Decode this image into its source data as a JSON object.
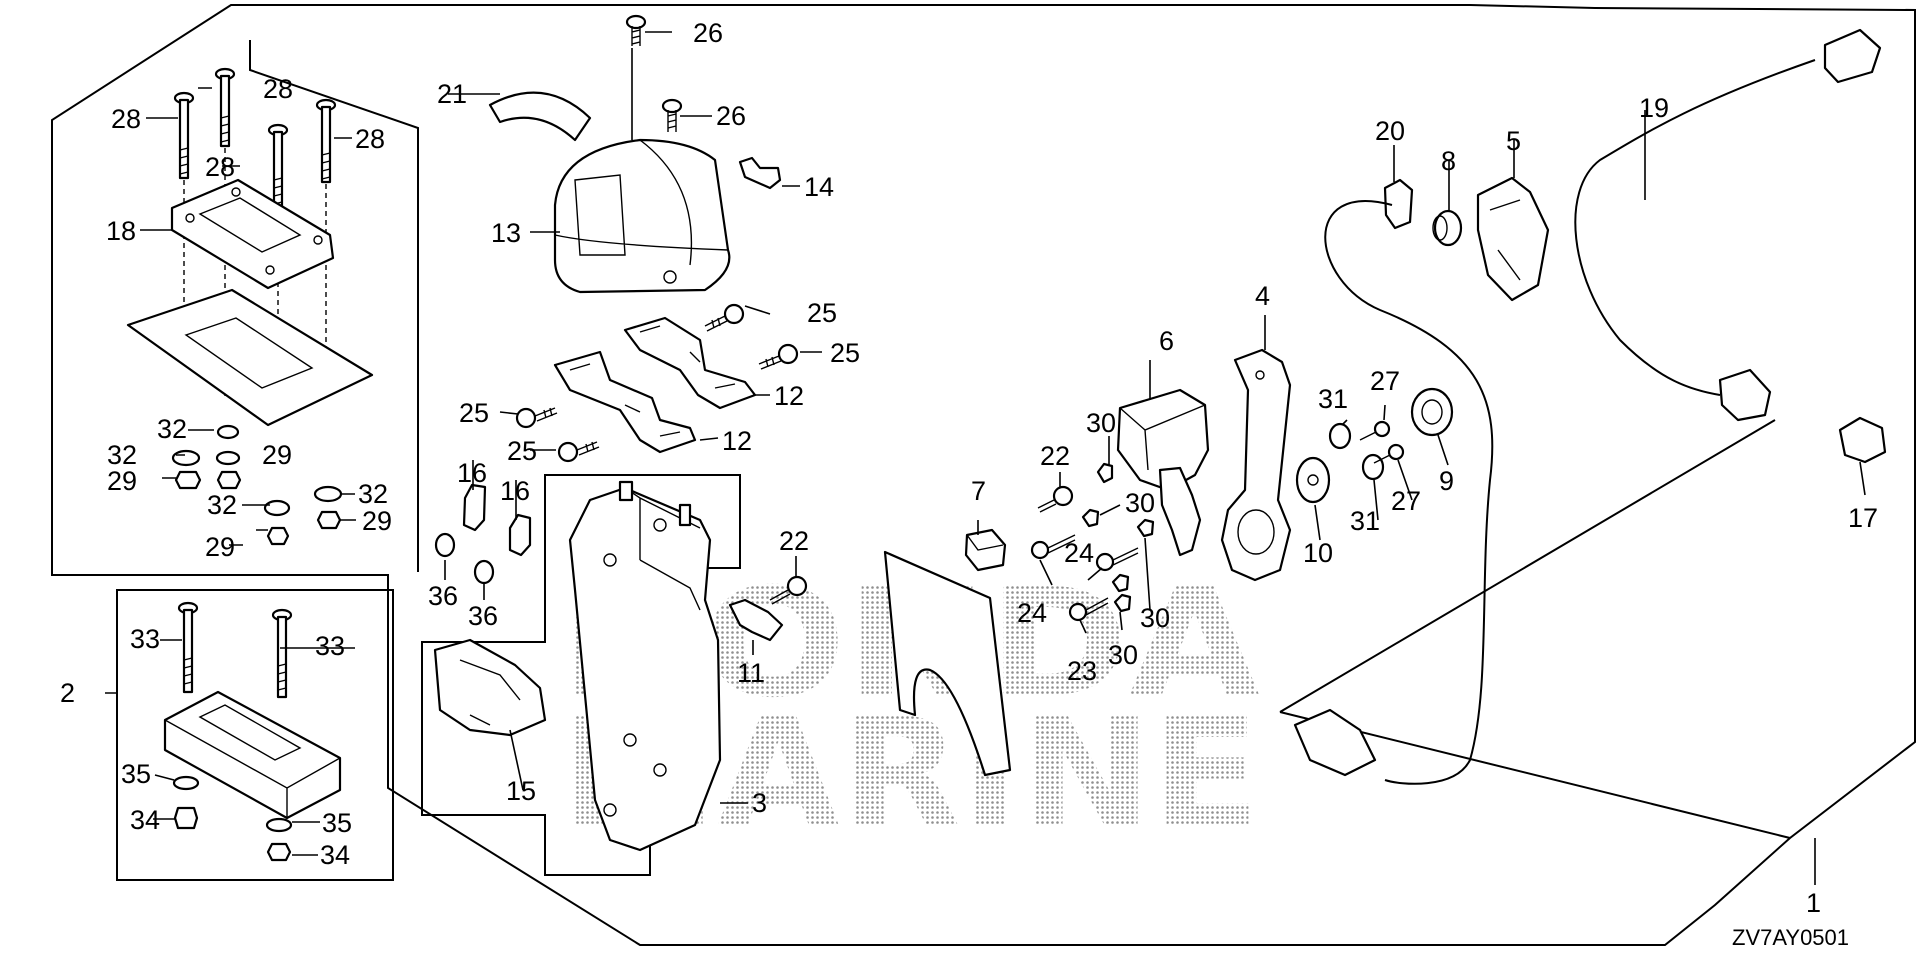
{
  "diagram": {
    "watermark": {
      "line1": "HONDA",
      "line2": "MARINE"
    },
    "diagram_code": "ZV7AY0501",
    "callouts": [
      {
        "id": "c26a",
        "label": "26"
      },
      {
        "id": "c26b",
        "label": "26"
      },
      {
        "id": "c21",
        "label": "21"
      },
      {
        "id": "c14",
        "label": "14"
      },
      {
        "id": "c13",
        "label": "13"
      },
      {
        "id": "c28a",
        "label": "28"
      },
      {
        "id": "c28b",
        "label": "28"
      },
      {
        "id": "c28c",
        "label": "28"
      },
      {
        "id": "c28d",
        "label": "28"
      },
      {
        "id": "c18",
        "label": "18"
      },
      {
        "id": "c32a",
        "label": "32"
      },
      {
        "id": "c32b",
        "label": "32"
      },
      {
        "id": "c32c",
        "label": "32"
      },
      {
        "id": "c32d",
        "label": "32"
      },
      {
        "id": "c29a",
        "label": "29"
      },
      {
        "id": "c29b",
        "label": "29"
      },
      {
        "id": "c29c",
        "label": "29"
      },
      {
        "id": "c29d",
        "label": "29"
      },
      {
        "id": "c25a",
        "label": "25"
      },
      {
        "id": "c25b",
        "label": "25"
      },
      {
        "id": "c25c",
        "label": "25"
      },
      {
        "id": "c25d",
        "label": "25"
      },
      {
        "id": "c12a",
        "label": "12"
      },
      {
        "id": "c12b",
        "label": "12"
      },
      {
        "id": "c16a",
        "label": "16"
      },
      {
        "id": "c16b",
        "label": "16"
      },
      {
        "id": "c36a",
        "label": "36"
      },
      {
        "id": "c36b",
        "label": "36"
      },
      {
        "id": "c22a",
        "label": "22"
      },
      {
        "id": "c22b",
        "label": "22"
      },
      {
        "id": "c11",
        "label": "11"
      },
      {
        "id": "c7",
        "label": "7"
      },
      {
        "id": "c6",
        "label": "6"
      },
      {
        "id": "c4",
        "label": "4"
      },
      {
        "id": "c30a",
        "label": "30"
      },
      {
        "id": "c30b",
        "label": "30"
      },
      {
        "id": "c30c",
        "label": "30"
      },
      {
        "id": "c30d",
        "label": "30"
      },
      {
        "id": "c24a",
        "label": "24"
      },
      {
        "id": "c24b",
        "label": "24"
      },
      {
        "id": "c23",
        "label": "23"
      },
      {
        "id": "c10",
        "label": "10"
      },
      {
        "id": "c31a",
        "label": "31"
      },
      {
        "id": "c31b",
        "label": "31"
      },
      {
        "id": "c27a",
        "label": "27"
      },
      {
        "id": "c27b",
        "label": "27"
      },
      {
        "id": "c9",
        "label": "9"
      },
      {
        "id": "c20",
        "label": "20"
      },
      {
        "id": "c8",
        "label": "8"
      },
      {
        "id": "c5",
        "label": "5"
      },
      {
        "id": "c19",
        "label": "19"
      },
      {
        "id": "c17",
        "label": "17"
      },
      {
        "id": "c2",
        "label": "2"
      },
      {
        "id": "c33a",
        "label": "33"
      },
      {
        "id": "c33b",
        "label": "33"
      },
      {
        "id": "c35a",
        "label": "35"
      },
      {
        "id": "c35b",
        "label": "35"
      },
      {
        "id": "c34a",
        "label": "34"
      },
      {
        "id": "c34b",
        "label": "34"
      },
      {
        "id": "c15",
        "label": "15"
      },
      {
        "id": "c3",
        "label": "3"
      },
      {
        "id": "c1",
        "label": "1"
      }
    ]
  }
}
